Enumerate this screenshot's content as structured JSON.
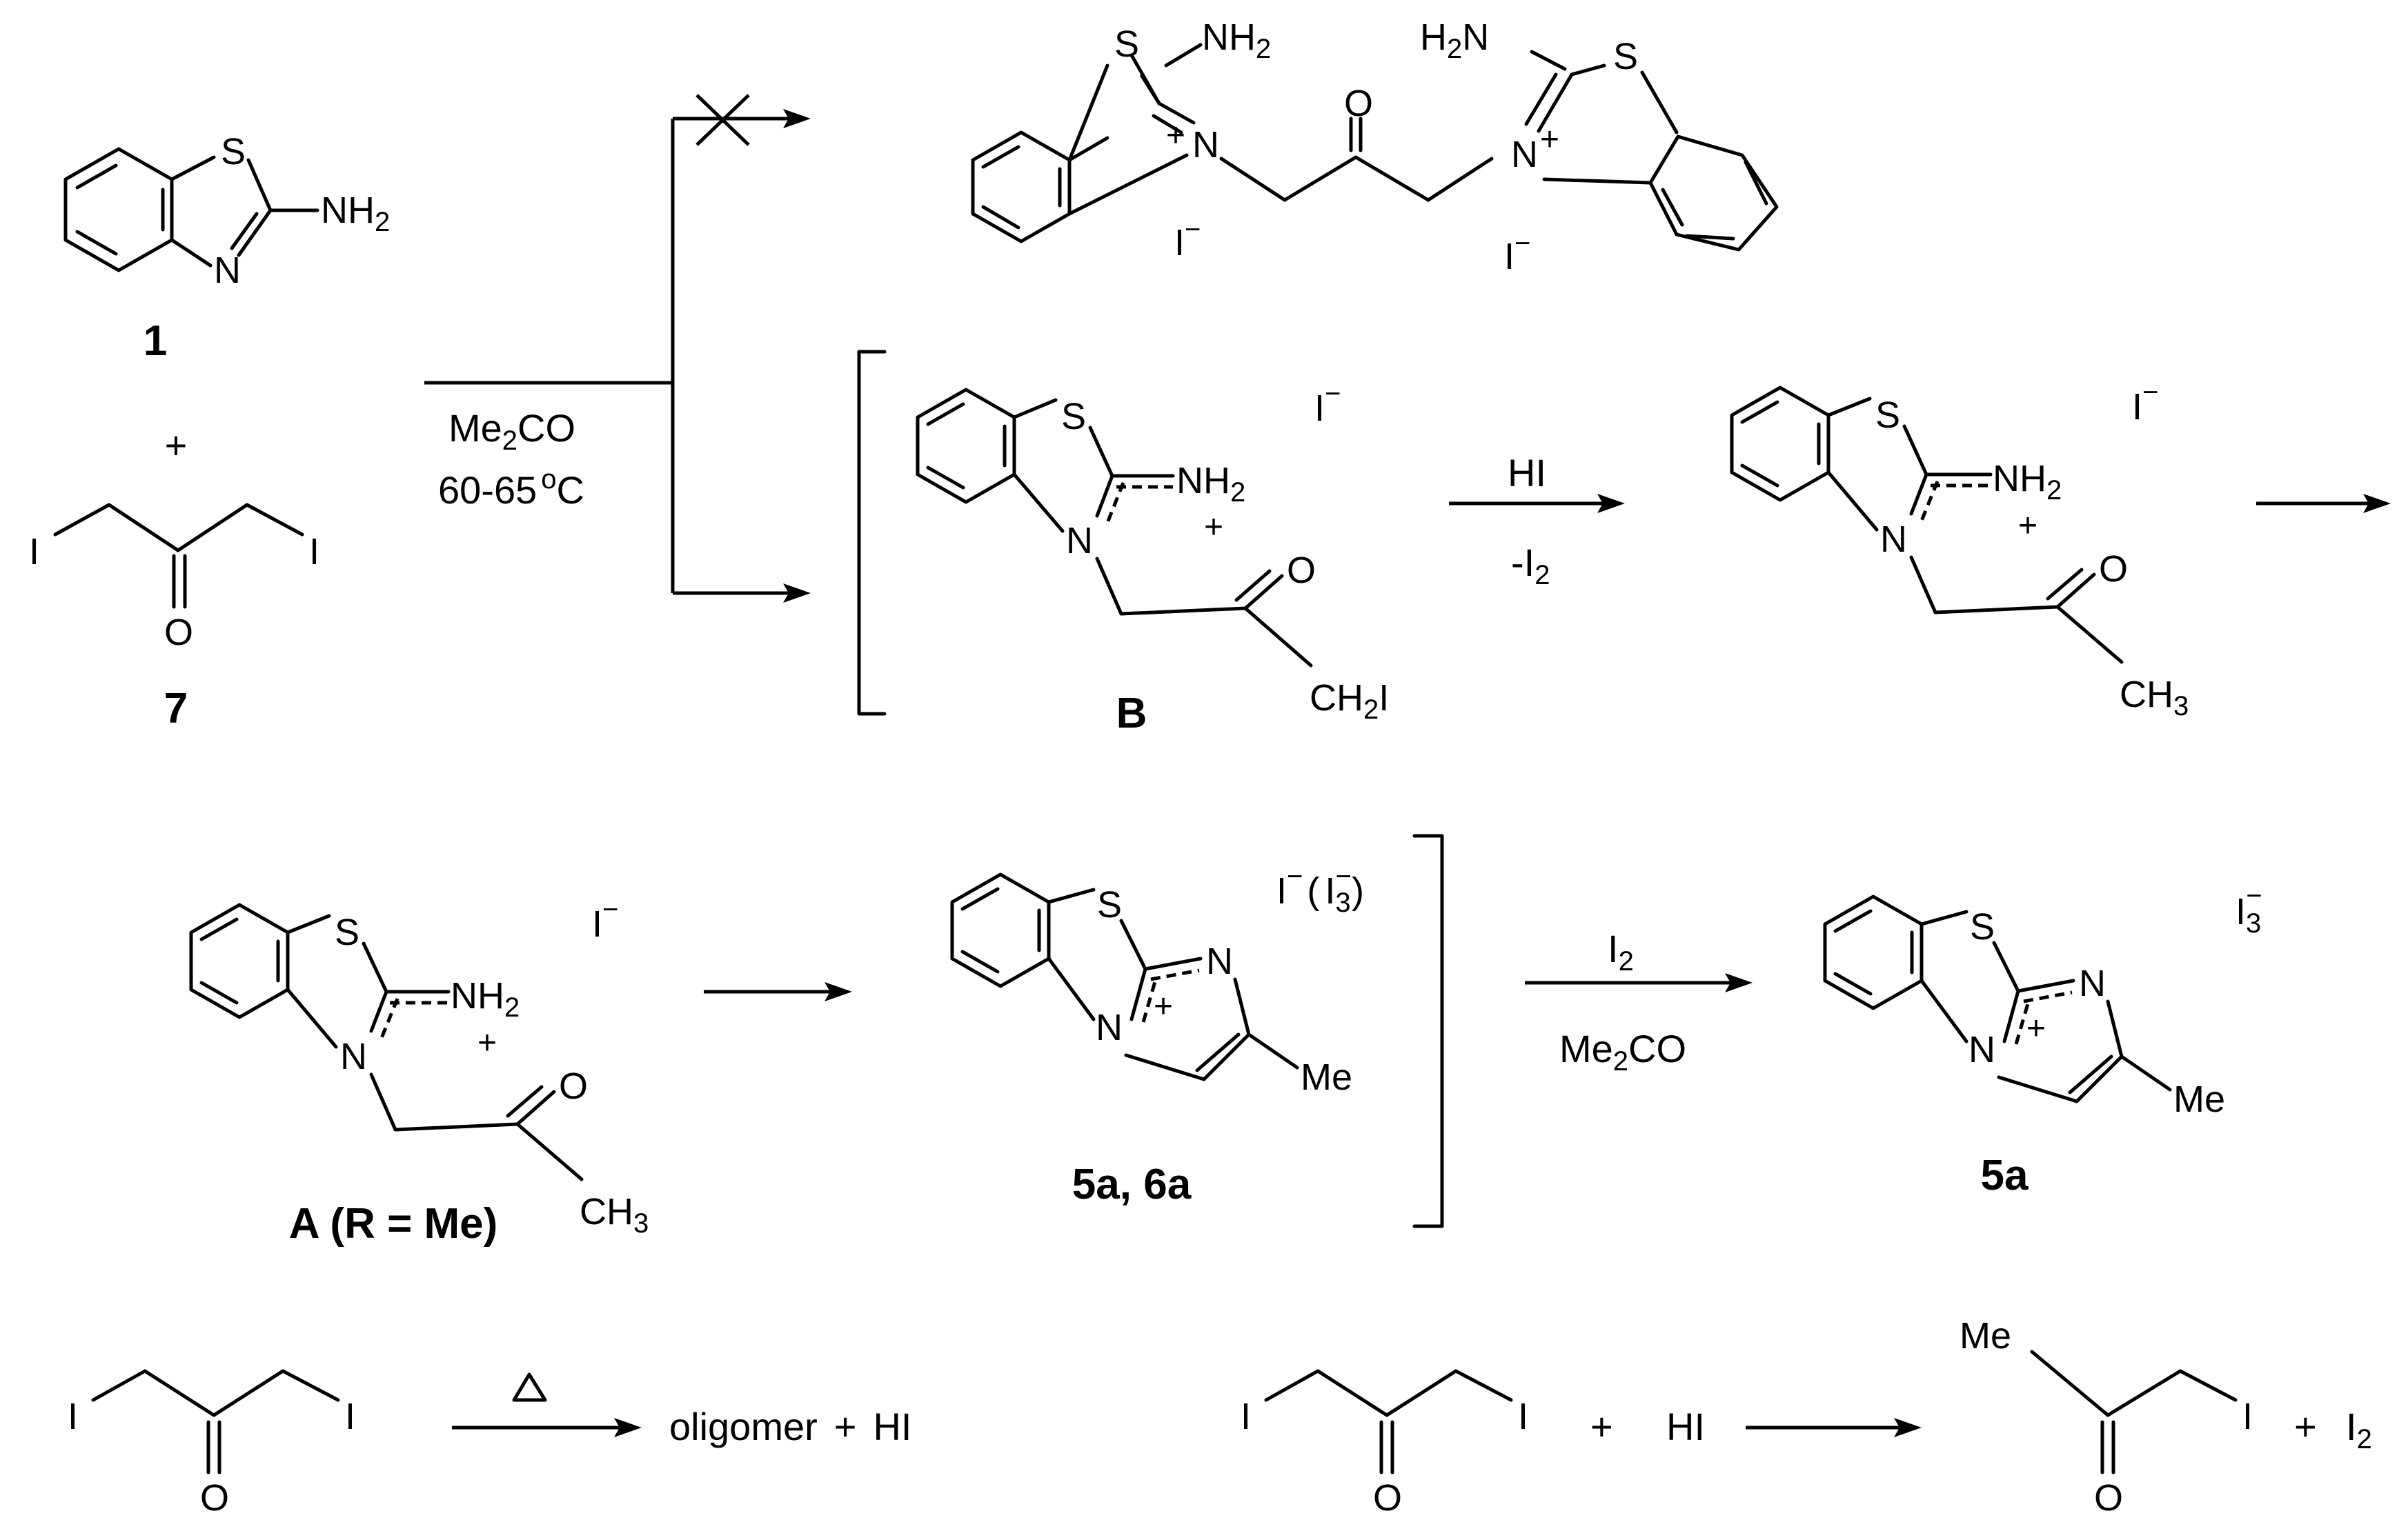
{
  "compound_labels": {
    "c1": "1",
    "c7": "7",
    "cB": "B",
    "cA": "A (R = Me)",
    "c5a6a": "5a, 6a",
    "c5a": "5a"
  },
  "atoms": {
    "S": "S",
    "N": "N",
    "O": "O",
    "I": "I",
    "NH": "NH",
    "H": "H",
    "CH": "CH",
    "Me": "Me",
    "two": "2",
    "three": "3",
    "plus": "+",
    "minus": "−",
    "neg": "−",
    "plus_sign": "+"
  },
  "conditions": {
    "solvent_main": "Me",
    "solvent_main_sub": "2",
    "solvent_main_tail": "CO",
    "temperature": "60-65",
    "temp_deg": "o",
    "temp_unit": "C",
    "step2_top": "HI",
    "step2_bottom": "-I",
    "step2_bottom_sub": "2",
    "step4_top": "I",
    "step4_top_sub": "2",
    "step4_bottom": "Me",
    "step4_bottom_sub": "2",
    "step4_bottom_tail": "CO",
    "heat_symbol": "Δ"
  },
  "side_reactions": {
    "product_text": "oligomer",
    "plus": "+",
    "hi": "HI",
    "i2": "I",
    "i2_sub": "2"
  },
  "counterions": {
    "iodide": "I",
    "triiodide_open": "(",
    "triiodide_close": ")"
  }
}
